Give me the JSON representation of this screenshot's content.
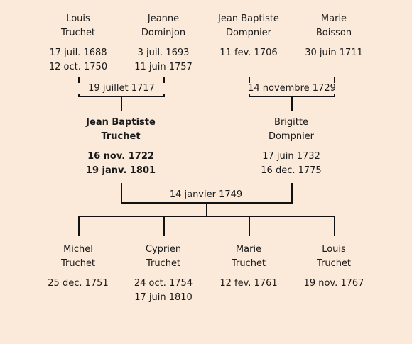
{
  "grandparents": [
    {
      "first": "Louis",
      "last": "Truchet",
      "birth": "17 juil. 1688",
      "death": "12 oct. 1750"
    },
    {
      "first": "Jeanne",
      "last": "Dominjon",
      "birth": "3 juil. 1693",
      "death": "11 juin 1757"
    },
    {
      "first": "Jean Baptiste",
      "last": "Dompnier",
      "birth": "11 fev. 1706",
      "death": ""
    },
    {
      "first": "Marie",
      "last": "Boisson",
      "birth": "30 juin 1711",
      "death": ""
    }
  ],
  "marriages": {
    "left_grandparents": "19 juillet 1717",
    "right_grandparents": "14 novembre 1729",
    "parents": "14 janvier 1749"
  },
  "parents": [
    {
      "first": "Jean Baptiste",
      "last": "Truchet",
      "birth": "16 nov. 1722",
      "death": "19 janv. 1801"
    },
    {
      "first": "Brigitte",
      "last": "Dompnier",
      "birth": "17 juin 1732",
      "death": "16 dec. 1775"
    }
  ],
  "children": [
    {
      "first": "Michel",
      "last": "Truchet",
      "birth": "25 dec. 1751",
      "death": ""
    },
    {
      "first": "Cyprien",
      "last": "Truchet",
      "birth": "24 oct. 1754",
      "death": "17 juin 1810"
    },
    {
      "first": "Marie",
      "last": "Truchet",
      "birth": "12 fev. 1761",
      "death": ""
    },
    {
      "first": "Louis",
      "last": "Truchet",
      "birth": "19 nov. 1767",
      "death": ""
    }
  ]
}
